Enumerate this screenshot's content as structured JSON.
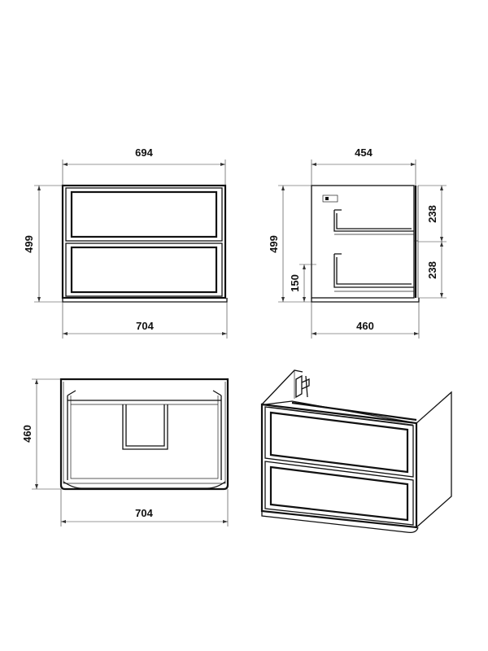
{
  "front_view": {
    "width_top": "694",
    "height": "499",
    "width_bottom": "704"
  },
  "side_view": {
    "depth_top": "454",
    "height": "499",
    "drawer_upper": "238",
    "drawer_lower": "238",
    "drain_height": "150",
    "depth_bottom": "460"
  },
  "top_view": {
    "depth": "460",
    "width": "704"
  },
  "colors": {
    "line": "#111111",
    "background": "#ffffff"
  }
}
